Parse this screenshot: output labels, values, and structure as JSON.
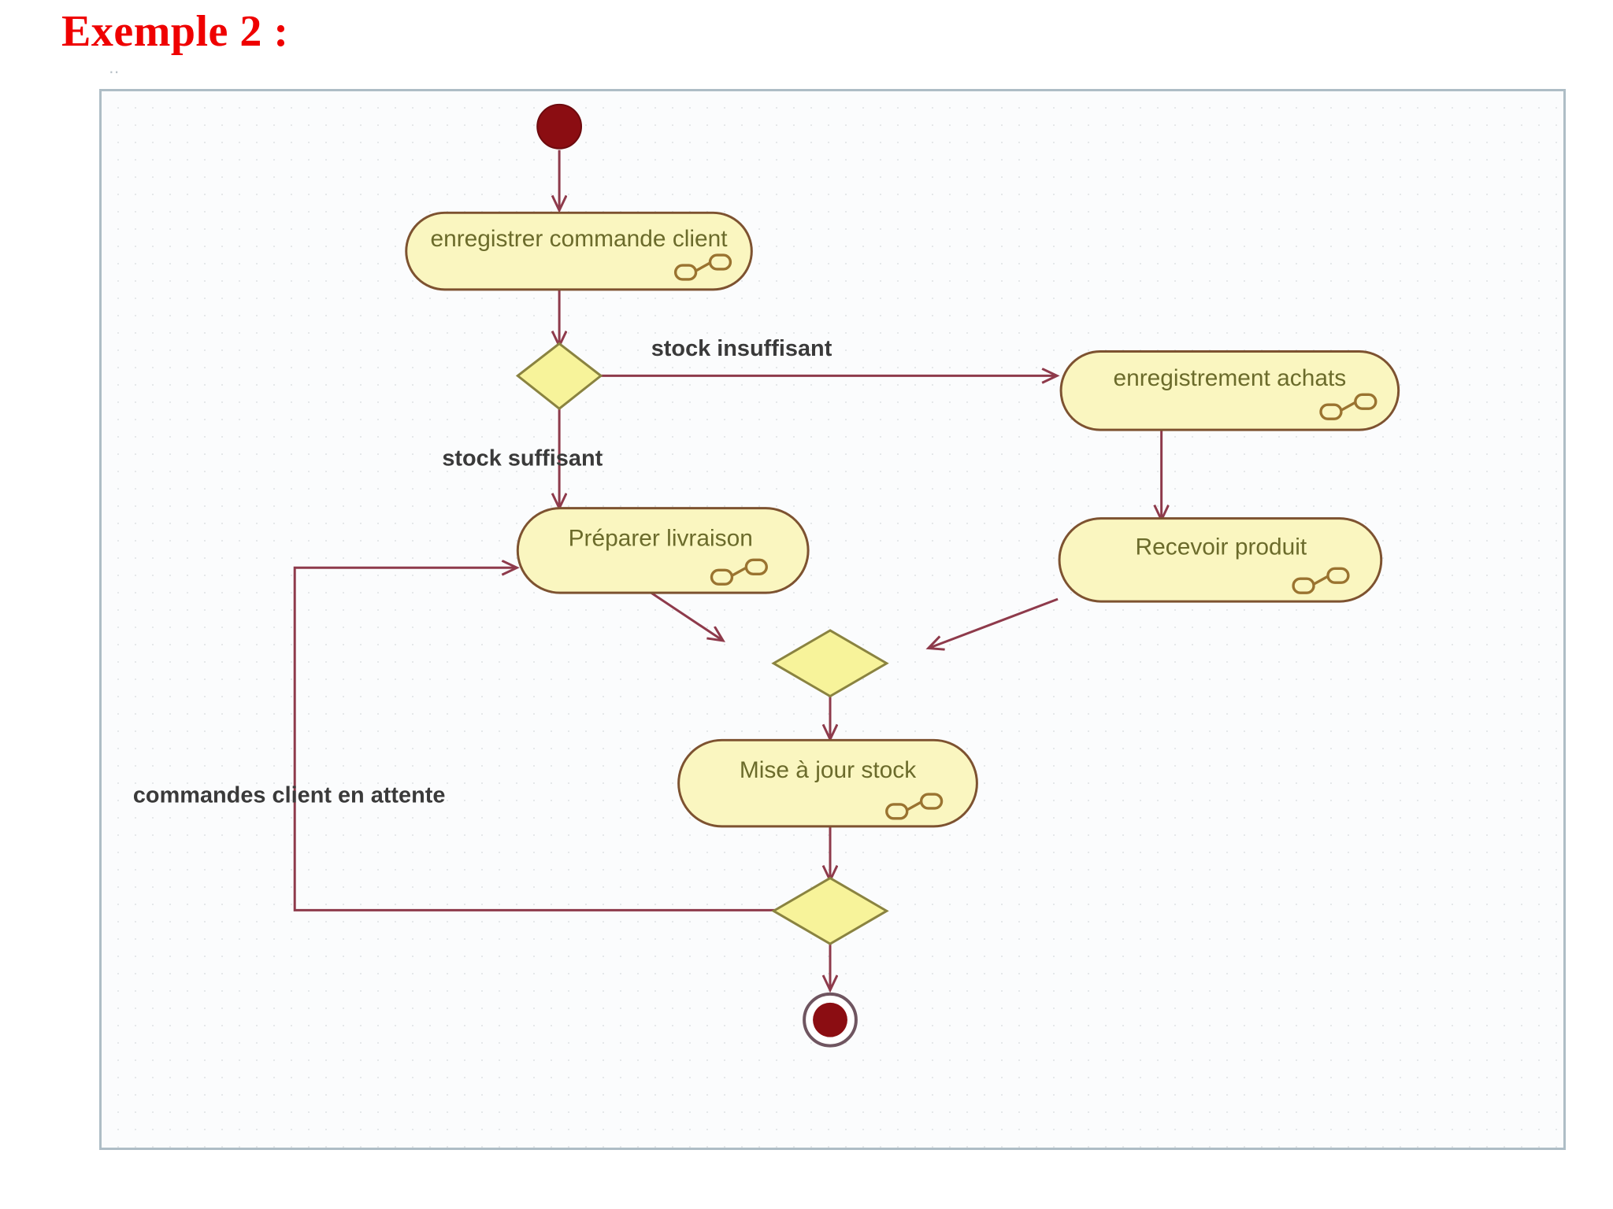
{
  "page": {
    "title": "Exemple 2 :",
    "title_color": "#ef0000"
  },
  "canvas": {
    "border_color": "#aebdc6",
    "background_color": "#fbfcfd",
    "grid": "dotted"
  },
  "palette": {
    "activity_fill": "#faf6c0",
    "activity_stroke": "#7d5230",
    "activity_text": "#6b6b2b",
    "decision_fill": "#f7f39a",
    "decision_stroke": "#8a8340",
    "flow_stroke": "#8e3a4b",
    "terminal_fill": "#8b0d12",
    "edge_label_text": "#3a3a3a",
    "connector_icon": "#9a7330"
  },
  "diagram": {
    "type": "uml-activity-diagram",
    "nodes": [
      {
        "id": "start",
        "kind": "initial-node",
        "label": ""
      },
      {
        "id": "act1",
        "kind": "activity",
        "label": "enregistrer commande client"
      },
      {
        "id": "dec1",
        "kind": "decision",
        "label": ""
      },
      {
        "id": "act2",
        "kind": "activity",
        "label": "enregistrement achats"
      },
      {
        "id": "act3",
        "kind": "activity",
        "label": "Préparer livraison"
      },
      {
        "id": "act4",
        "kind": "activity",
        "label": "Recevoir produit"
      },
      {
        "id": "merge1",
        "kind": "merge",
        "label": ""
      },
      {
        "id": "act5",
        "kind": "activity",
        "label": "Mise à jour stock"
      },
      {
        "id": "dec2",
        "kind": "decision",
        "label": ""
      },
      {
        "id": "end",
        "kind": "final-node",
        "label": ""
      }
    ],
    "edges": [
      {
        "from": "start",
        "to": "act1",
        "label": ""
      },
      {
        "from": "act1",
        "to": "dec1",
        "label": ""
      },
      {
        "from": "dec1",
        "to": "act2",
        "label": "stock insuffisant"
      },
      {
        "from": "dec1",
        "to": "act3",
        "label": "stock suffisant"
      },
      {
        "from": "act2",
        "to": "act4",
        "label": ""
      },
      {
        "from": "act3",
        "to": "merge1",
        "label": ""
      },
      {
        "from": "act4",
        "to": "merge1",
        "label": ""
      },
      {
        "from": "merge1",
        "to": "act5",
        "label": ""
      },
      {
        "from": "act5",
        "to": "dec2",
        "label": ""
      },
      {
        "from": "dec2",
        "to": "end",
        "label": ""
      },
      {
        "from": "dec2",
        "to": "act3",
        "label": "commandes client en attente"
      }
    ],
    "edge_labels": {
      "stock_insuffisant": "stock insuffisant",
      "stock_suffisant": "stock suffisant",
      "commandes_attente": "commandes client en attente"
    },
    "activity_icon": "assembly-connector-icon"
  }
}
